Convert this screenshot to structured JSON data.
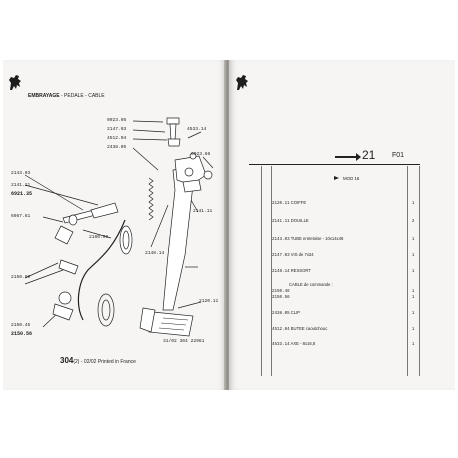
{
  "left_page": {
    "section_title": "EMBRAYAGE",
    "section_subtitle": "- PEDALE - CABLE",
    "part_labels": [
      {
        "id": "l1",
        "text": "0923.05"
      },
      {
        "id": "l2",
        "text": "2147.03"
      },
      {
        "id": "l3",
        "text": "4512.04"
      },
      {
        "id": "l4",
        "text": "2438.05"
      },
      {
        "id": "l5",
        "text": "4533.14"
      },
      {
        "id": "l6",
        "text": "6923.66"
      },
      {
        "id": "l7",
        "text": "2143.03"
      },
      {
        "id": "l8",
        "text": "2141.11"
      },
      {
        "id": "l9",
        "text": "6921.35"
      },
      {
        "id": "l10",
        "text": "6967.61"
      },
      {
        "id": "l11",
        "text": "2160.09"
      },
      {
        "id": "l12",
        "text": "2148.14"
      },
      {
        "id": "l13",
        "text": "2141.11"
      },
      {
        "id": "l14",
        "text": "2150.90"
      },
      {
        "id": "l15",
        "text": "2150.45"
      },
      {
        "id": "l16",
        "text": "2150.56"
      },
      {
        "id": "l17",
        "text": "2120.11"
      },
      {
        "id": "l18",
        "text": "31/02 304 22961"
      }
    ],
    "footer_page": "304",
    "footer_text": "(2) - 02/02 Printed in France"
  },
  "right_page": {
    "page_number": "21",
    "section_code": "F01",
    "model_header": "MOD 16",
    "rows": [
      {
        "code": "2120.11",
        "text": "COIFFE",
        "qty": "1"
      },
      {
        "code": "2141.11",
        "text": "DOUILLE",
        "qty": "2"
      },
      {
        "code": "2143.03",
        "text": "TUBE entretoise - 10x14x48",
        "qty": "1"
      },
      {
        "code": "2147.03",
        "text": "VIS de 7x34",
        "qty": "1"
      },
      {
        "code": "2148.14",
        "text": "RESSORT",
        "qty": "1"
      },
      {
        "code": "",
        "text": "CABLE de commande :",
        "qty": ""
      },
      {
        "code": "2150.46",
        "text": "",
        "qty": "1"
      },
      {
        "code": "2150.56",
        "text": "",
        "qty": "1"
      },
      {
        "code": "2438.05",
        "text": "CLIP",
        "qty": "1"
      },
      {
        "code": "4512.04",
        "text": "BUTEE caoutchouc",
        "qty": "1"
      },
      {
        "code": "4533.14",
        "text": "AXE - 8x16,8",
        "qty": "1"
      }
    ]
  },
  "colors": {
    "page": "#f6f5f3",
    "ink": "#1e1e1e",
    "gutter": "#8e8b86"
  }
}
